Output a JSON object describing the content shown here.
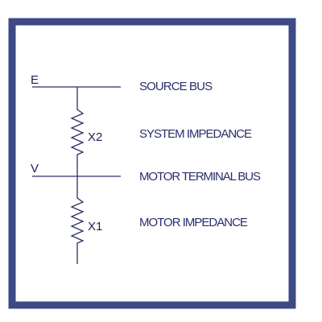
{
  "diagram": {
    "frame_color": "#3d4a86",
    "line_color": "#2a2f63",
    "text_color": "#2b2f6e",
    "buses": {
      "source": {
        "node_label": "E",
        "name": "SOURCE BUS"
      },
      "motor_terminal": {
        "node_label": "V",
        "name": "MOTOR TERMINAL BUS"
      }
    },
    "impedances": {
      "system": {
        "symbol": "X2",
        "name": "SYSTEM IMPEDANCE"
      },
      "motor": {
        "symbol": "X1",
        "name": "MOTOR IMPEDANCE"
      }
    }
  }
}
